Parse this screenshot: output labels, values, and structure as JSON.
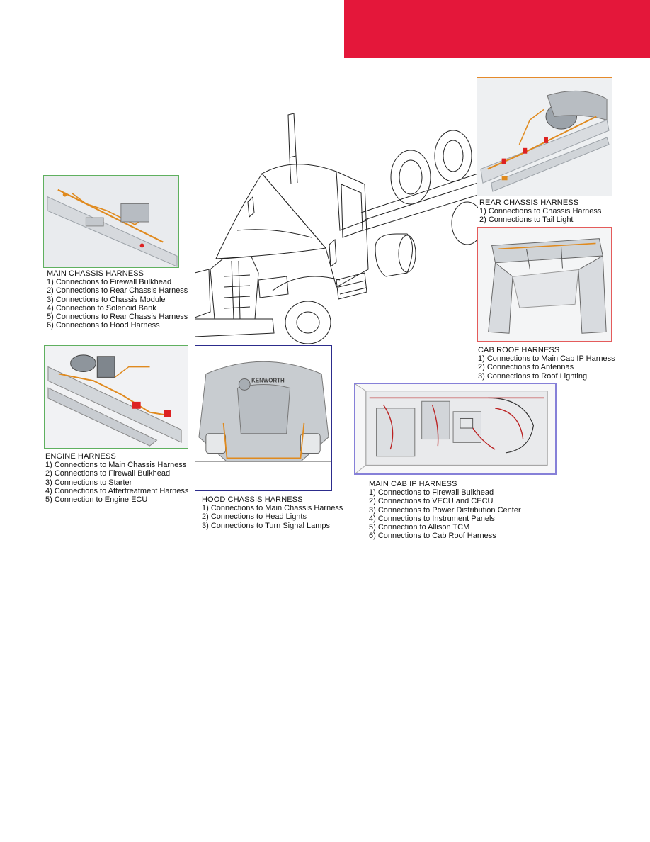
{
  "colors": {
    "banner": "#e4173a",
    "main_chassis_border": "#5fb05f",
    "rear_chassis_border": "#e58a2a",
    "cab_roof_border": "#e45b5b",
    "engine_border": "#5fb05f",
    "hood_border": "#2c2c8c",
    "main_cab_border": "#8680d8",
    "harness_wire": "#e08a1e"
  },
  "panels": {
    "main_chassis": {
      "title": "MAIN CHASSIS HARNESS",
      "items": [
        "1) Connections to Firewall Bulkhead",
        "2) Connections to Rear Chassis Harness",
        "3) Connections to Chassis Module",
        "4) Connection to Solenoid Bank",
        "5) Connections to Rear Chassis Harness",
        "6) Connections to Hood Harness"
      ]
    },
    "rear_chassis": {
      "title": "REAR CHASSIS HARNESS",
      "items": [
        "1) Connections to Chassis Harness",
        "2) Connections to Tail Light"
      ]
    },
    "cab_roof": {
      "title": "CAB ROOF HARNESS",
      "items": [
        "1) Connections to Main Cab IP Harness",
        "2) Connections to Antennas",
        "3) Connections to Roof Lighting"
      ]
    },
    "engine": {
      "title": "ENGINE HARNESS",
      "items": [
        "1) Connections to Main Chassis Harness",
        "2) Connections to Firewall Bulkhead",
        "3) Connections to Starter",
        "4) Connections to Aftertreatment Harness",
        "5) Connection to Engine ECU"
      ]
    },
    "hood_chassis": {
      "title": "HOOD CHASSIS HARNESS",
      "items": [
        "1) Connections to Main Chassis Harness",
        "2) Connections to Head Lights",
        "3) Connections to Turn Signal Lamps"
      ],
      "hood_logo": "KENWORTH"
    },
    "main_cab_ip": {
      "title": "MAIN CAB IP HARNESS",
      "items": [
        "1) Connections to Firewall Bulkhead",
        "2) Connections to VECU and CECU",
        "3) Connections to Power Distribution Center",
        "4) Connections to Instrument Panels",
        "5) Connection to Allison TCM",
        "6) Connections to Cab Roof Harness"
      ]
    }
  }
}
